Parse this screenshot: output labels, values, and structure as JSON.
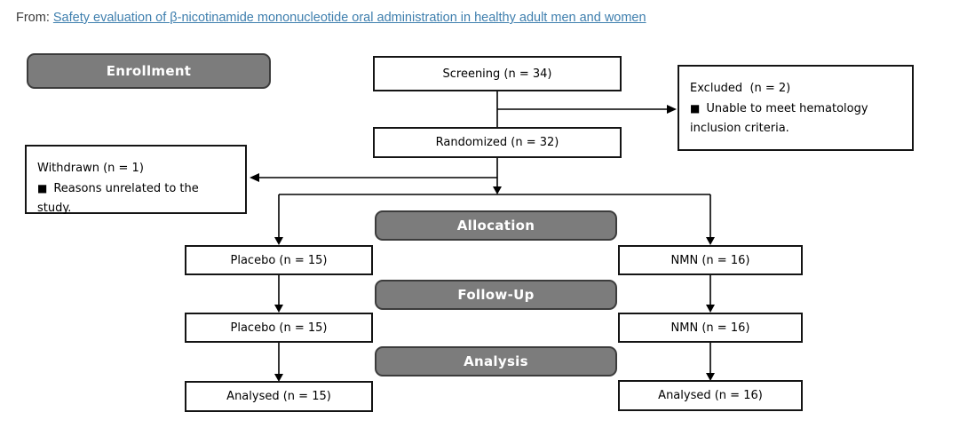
{
  "colors": {
    "banner_fill": "#7c7c7c",
    "banner_border": "#3c3c3c",
    "banner_text": "#ffffff",
    "box_border": "#141414",
    "link": "#3f7fae",
    "line": "#000000"
  },
  "source": {
    "prefix": "From:",
    "title": "Safety evaluation of β-nicotinamide mononucleotide oral administration in healthy adult men and women"
  },
  "flow": {
    "banners": {
      "enrollment": "Enrollment",
      "allocation": "Allocation",
      "followup": "Follow-Up",
      "analysis": "Analysis"
    },
    "screening": "Screening (n = 34)",
    "randomized": "Randomized (n = 32)",
    "excluded": {
      "title": "Excluded  (n = 2)",
      "bullet": "■",
      "reason": "Unable to meet hematology inclusion criteria."
    },
    "withdrawn": {
      "title": "Withdrawn (n = 1)",
      "bullet": "■",
      "reason": "Reasons unrelated to the study."
    },
    "allocation_placebo": "Placebo (n = 15)",
    "allocation_nmn": "NMN (n = 16)",
    "followup_placebo": "Placebo (n = 15)",
    "followup_nmn": "NMN (n = 16)",
    "analysis_placebo": "Analysed (n = 15)",
    "analysis_nmn": "Analysed (n = 16)"
  }
}
